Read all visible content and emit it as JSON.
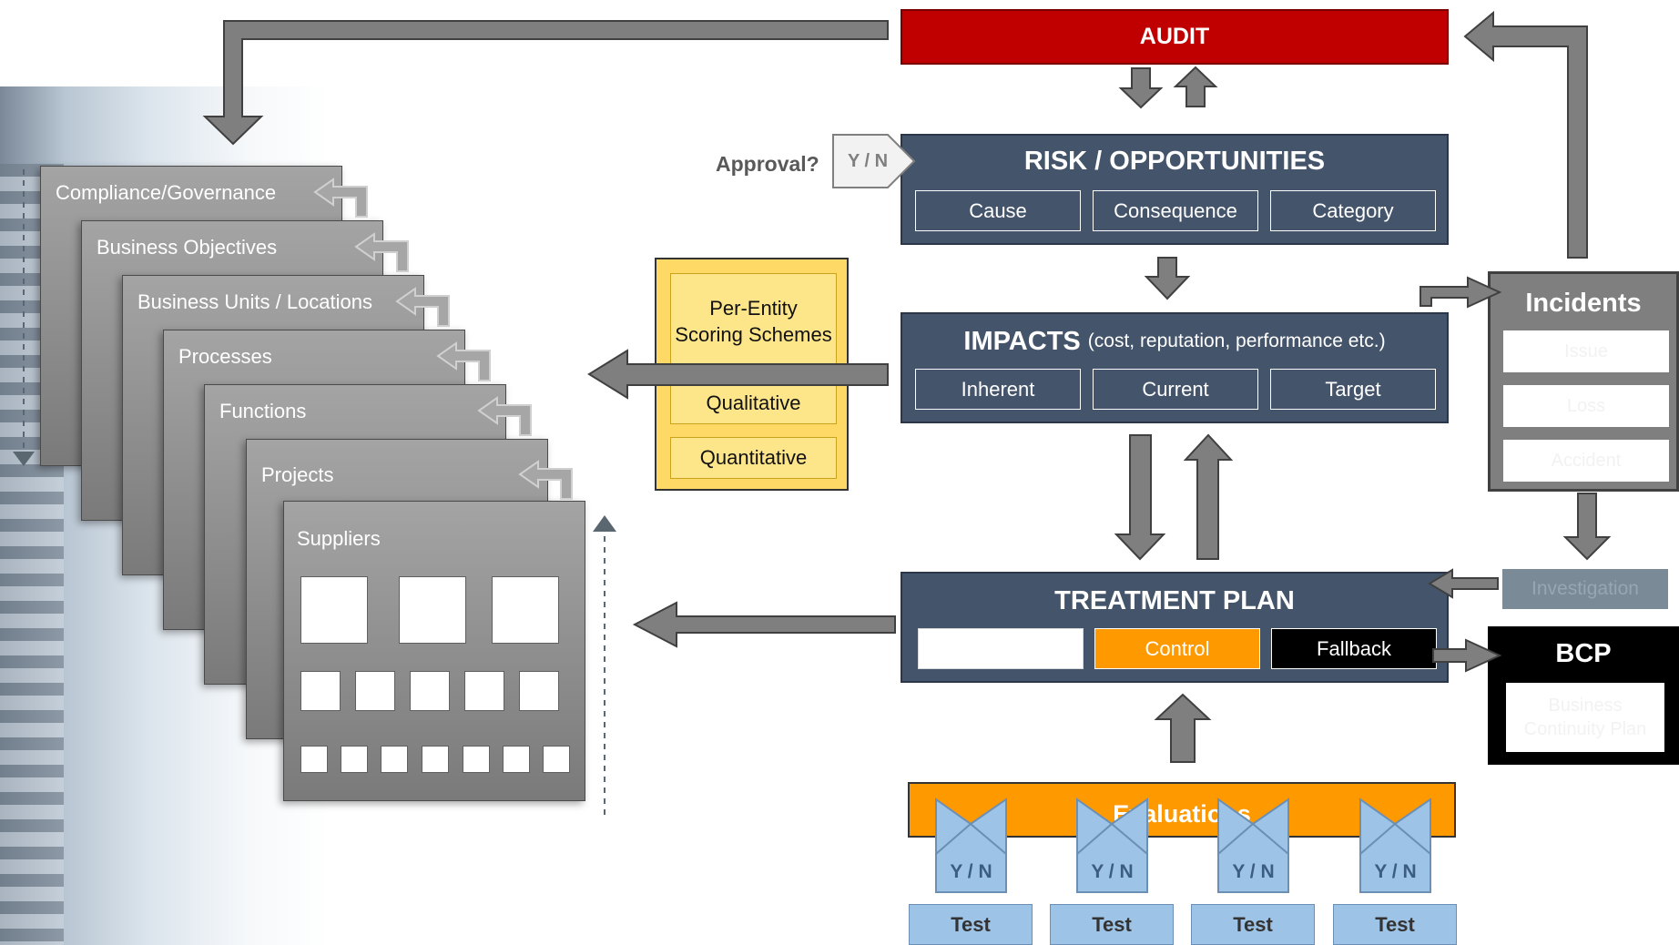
{
  "audit": {
    "title": "AUDIT"
  },
  "approval": {
    "label": "Approval?",
    "yn": "Y / N"
  },
  "risk": {
    "title": "RISK / OPPORTUNITIES",
    "cells": [
      "Cause",
      "Consequence",
      "Category"
    ]
  },
  "impacts": {
    "title": "IMPACTS",
    "subtitle": "(cost, reputation, performance etc.)",
    "cells": [
      "Inherent",
      "Current",
      "Target"
    ]
  },
  "scoring": {
    "title_line1": "Per-Entity",
    "title_line2": "Scoring Schemes",
    "items": [
      "Qualitative",
      "Quantitative"
    ]
  },
  "treatment": {
    "title": "TREATMENT PLAN",
    "cells": [
      "",
      "Control",
      "Fallback"
    ]
  },
  "incidents": {
    "title": "Incidents",
    "items": [
      "Issue",
      "Loss",
      "Accident"
    ]
  },
  "investigation": {
    "label": "Investigation"
  },
  "bcp": {
    "title": "BCP",
    "subtitle_line1": "Business",
    "subtitle_line2": "Continuity Plan"
  },
  "evaluations": {
    "title": "Evaluations",
    "yn": [
      "Y / N",
      "Y / N",
      "Y / N",
      "Y / N"
    ],
    "tests": [
      "Test",
      "Test",
      "Test",
      "Test"
    ]
  },
  "layers": [
    "Compliance/Governance",
    "Business Objectives",
    "Business Units / Locations",
    "Processes",
    "Functions",
    "Projects",
    "Suppliers"
  ],
  "colors": {
    "audit": "#c00000",
    "navy": "#44546a",
    "orange": "#ff9900",
    "yellow": "#ffd966",
    "test_blue": "#9dc3e6",
    "arrow_gray": "#7f7f7f"
  }
}
